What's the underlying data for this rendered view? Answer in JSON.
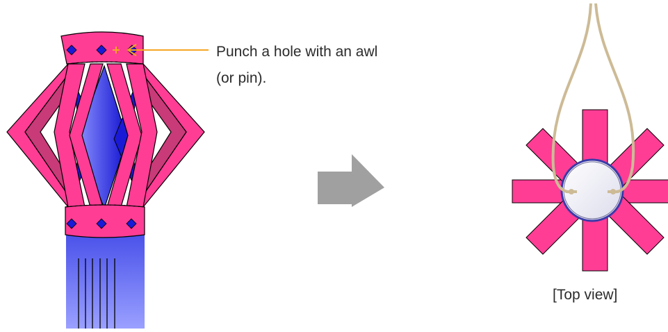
{
  "annotation": {
    "line1": "Punch a hole with an awl",
    "line2": "(or pin)."
  },
  "top_view_caption": "[Top view]",
  "colors": {
    "paper_pink": "#ff3d95",
    "pink_dark": "#c83a78",
    "blue_inner": "#1a1ad6",
    "blue_light": "#8a90ff",
    "tassel_blue": "#6d73f2",
    "arrow_gray": "#a0a0a0",
    "callout_orange": "#f5a623",
    "string_beige": "#cdbb96",
    "ring_blue": "#3a3aa8"
  },
  "icons": [
    "right-arrow-icon",
    "awl-hole-marker-icon"
  ]
}
